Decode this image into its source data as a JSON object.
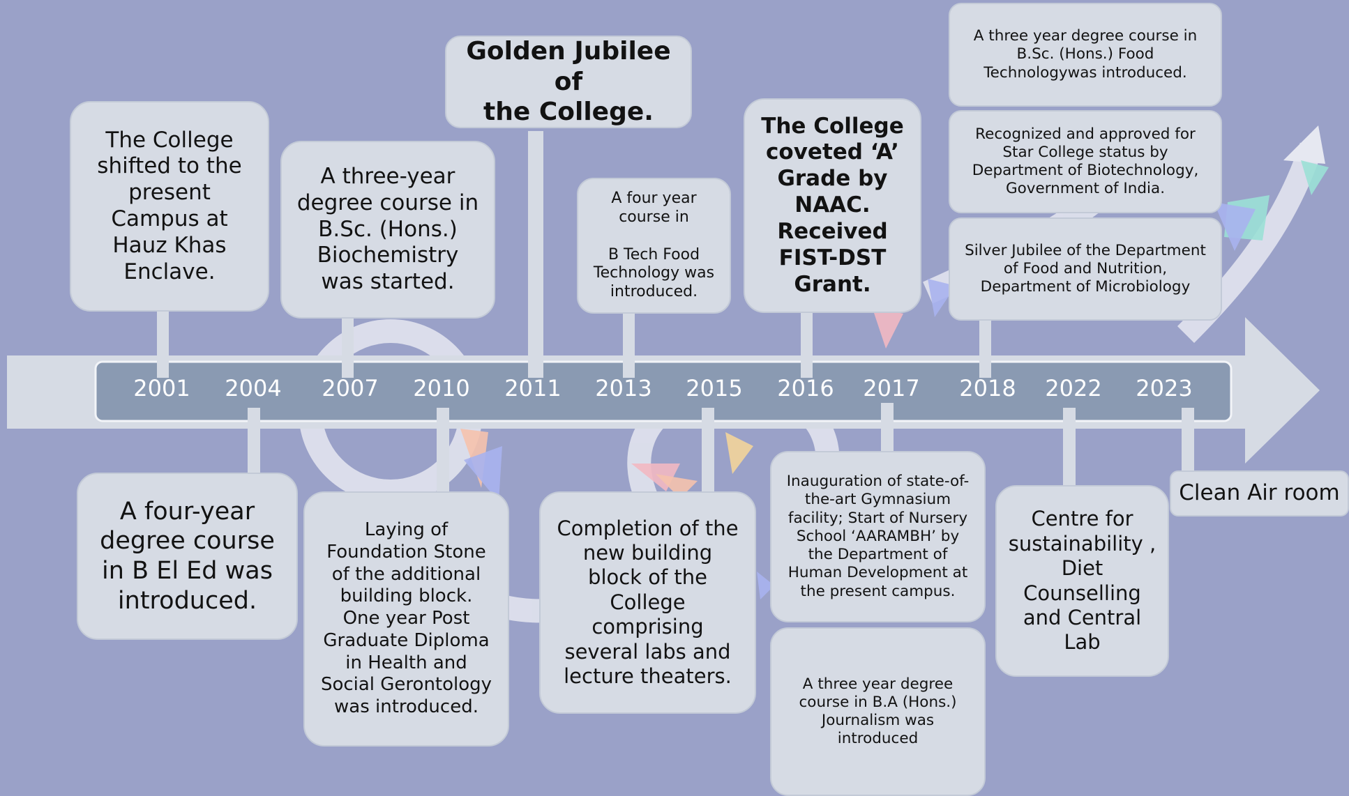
{
  "diagram": {
    "years": [
      "2001",
      "2004",
      "2007",
      "2010",
      "2011",
      "2013",
      "2015",
      "2016",
      "2017",
      "2018",
      "2022",
      "2023"
    ],
    "events": {
      "e2001": "The College\nshifted to the\npresent\nCampus at\nHauz Khas\nEnclave.",
      "e2007": "A three-year\ndegree course in\nB.Sc. (Hons.)\nBiochemistry\nwas started.",
      "e2011": "Golden Jubilee of\nthe College.",
      "e2013": "A four year\ncourse in\n\nB Tech Food\nTechnology was\nintroduced.",
      "e2016": "The College\ncoveted ‘A’\nGrade by\nNAAC.\nReceived\nFIST-DST\nGrant.",
      "e2018a": "A three year degree course in\nB.Sc. (Hons.) Food\nTechnologywas introduced.",
      "e2018b": "Recognized and approved for\nStar College status by\nDepartment of Biotechnology,\nGovernment of India.",
      "e2018c": "Silver Jubilee of the Department\nof Food and Nutrition,\nDepartment of Microbiology",
      "e2004": "A four-year\ndegree course\nin B El Ed was\nintroduced.",
      "e2010": "Laying of\nFoundation Stone\nof the additional\nbuilding block.\nOne year Post\nGraduate Diploma\nin Health and\nSocial Gerontology\nwas introduced.",
      "e2015": "Completion of the\nnew building\nblock of the\nCollege\ncomprising\nseveral labs and\nlecture theaters.",
      "e2017a": "Inauguration of state-of-\nthe-art Gymnasium\nfacility; Start of Nursery\nSchool ‘AARAMBH’ by\nthe Department of\nHuman Development at\nthe present campus.",
      "e2017b": "A three year degree\ncourse in B.A (Hons.)\nJournalism was\nintroduced",
      "e2022": "Centre for\nsustainability ,\nDiet\nCounselling\nand Central\nLab",
      "e2023": "Clean Air room"
    }
  },
  "colors": {
    "background": "#9aa1c8",
    "card": "#d6dbe4",
    "axis_band": "#8a9ab2",
    "arrow": "#d6dbe4",
    "year_text": "#ffffff"
  }
}
